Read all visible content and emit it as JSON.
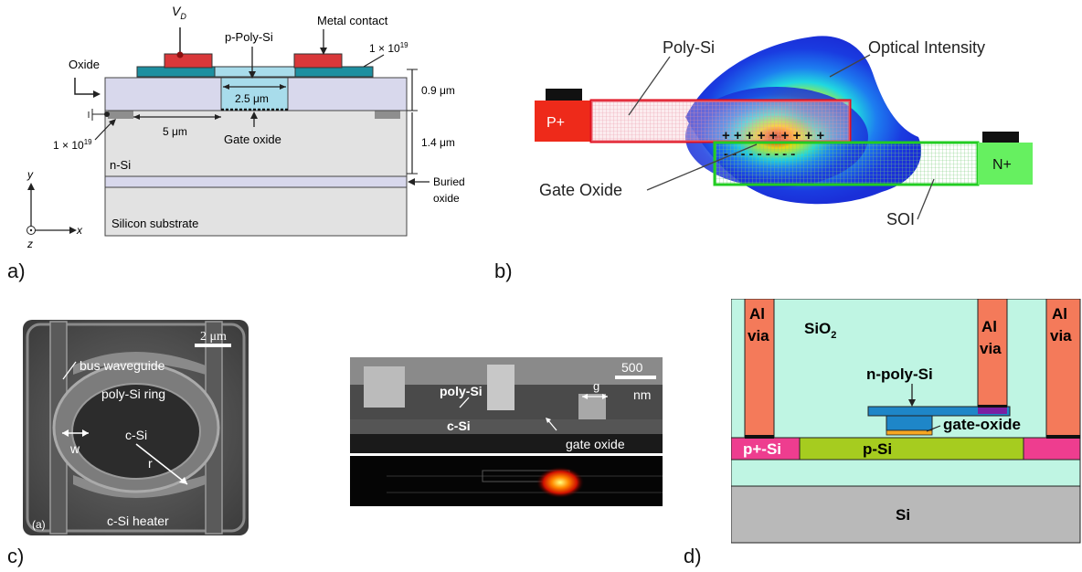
{
  "panel_labels": {
    "a": "a)",
    "b": "b)",
    "c": "c)",
    "d": "d)"
  },
  "panel_a": {
    "vd": "V",
    "vd_sub": "D",
    "p_poly": "p-Poly-Si",
    "metal_contact": "Metal contact",
    "doping_top": "1 × 10",
    "doping_top_exp": "19",
    "oxide": "Oxide",
    "width_gate": "2.5 μm",
    "thick_top": "0.9 μm",
    "width_side": "5 μm",
    "gate_oxide": "Gate oxide",
    "thick_bottom": "1.4 μm",
    "doping_left": "1 × 10",
    "doping_left_exp": "19",
    "n_si": "n-Si",
    "buried_oxide_1": "Buried",
    "buried_oxide_2": "oxide",
    "substrate": "Silicon substrate",
    "axis_y": "y",
    "axis_x": "x",
    "axis_z": "z",
    "colors": {
      "metal": "#d9383a",
      "teal": "#1d8fa0",
      "gate": "#a8dceb",
      "oxide": "#d8d8ec",
      "si": "#e2e2e2"
    }
  },
  "panel_b": {
    "poly_si": "Poly-Si",
    "optical_intensity": "Optical Intensity",
    "p_plus": "P+",
    "n_plus": "N+",
    "gate_oxide": "Gate Oxide",
    "soi": "SOI",
    "plus_signs": "+ + + + + + + + +",
    "minus_signs": "- - - - - - - - -"
  },
  "panel_c": {
    "scale_2um": "2 μm",
    "bus_waveguide": "bus waveguide",
    "poly_ring": "poly-Si ring",
    "c_si_center": "c-Si",
    "w": "w",
    "r": "r",
    "heater": "c-Si heater",
    "tag": "(a)",
    "scale_500_1": "500",
    "scale_500_2": "nm",
    "poly_si": "poly-Si",
    "g": "g",
    "c_si": "c-Si",
    "gate_oxide": "gate oxide"
  },
  "panel_d": {
    "al": "Al",
    "via": "via",
    "sio2": "SiO",
    "sio2_sub": "2",
    "n_poly": "n-poly-Si",
    "gate_oxide": "gate-oxide",
    "p_plus_si": "p+-Si",
    "p_si": "p-Si",
    "si": "Si",
    "colors": {
      "bg": "#bff5e3",
      "via": "#f47a5a",
      "p_plus": "#ee3d8f",
      "p_si": "#a6cc1f",
      "poly": "#1e86c8",
      "si": "#b9b9b9"
    }
  }
}
